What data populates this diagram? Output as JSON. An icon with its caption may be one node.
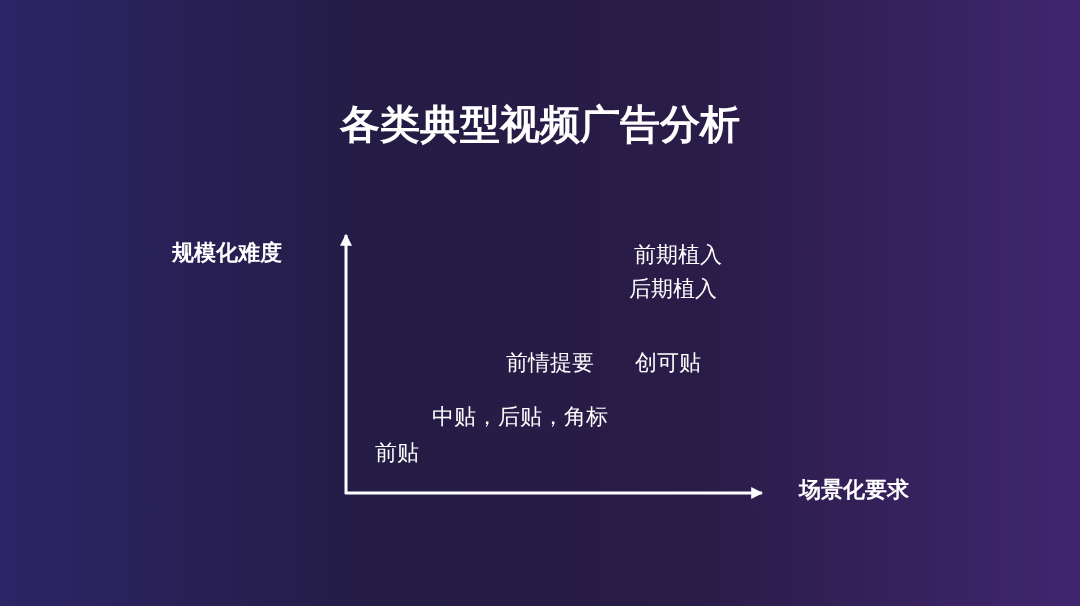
{
  "diagram": {
    "title": "各类典型视频广告分析",
    "labels": [
      "规模化难度",
      "前期植入",
      "后期植入",
      "前情提要",
      "创可贴",
      "中贴，后贴，角标",
      "前贴",
      "场景化要求"
    ]
  }
}
